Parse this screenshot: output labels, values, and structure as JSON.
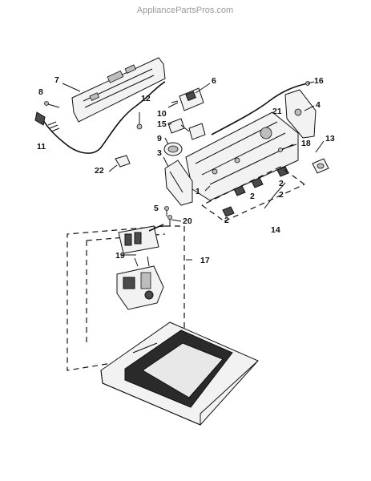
{
  "watermark": "AppliancePartsPros.com",
  "callouts": {
    "c1": "1",
    "c2a": "2",
    "c2b": "2",
    "c2c": "2",
    "c2d": "2",
    "c3": "3",
    "c4": "4",
    "c5": "5",
    "c6": "6",
    "c7": "7",
    "c8": "8",
    "c9": "9",
    "c10": "10",
    "c11": "11",
    "c12": "12",
    "c13": "13",
    "c14": "14",
    "c15": "15",
    "c16": "16",
    "c17": "17",
    "c18": "18",
    "c19": "19",
    "c20": "20",
    "c21": "21",
    "c22": "22"
  }
}
